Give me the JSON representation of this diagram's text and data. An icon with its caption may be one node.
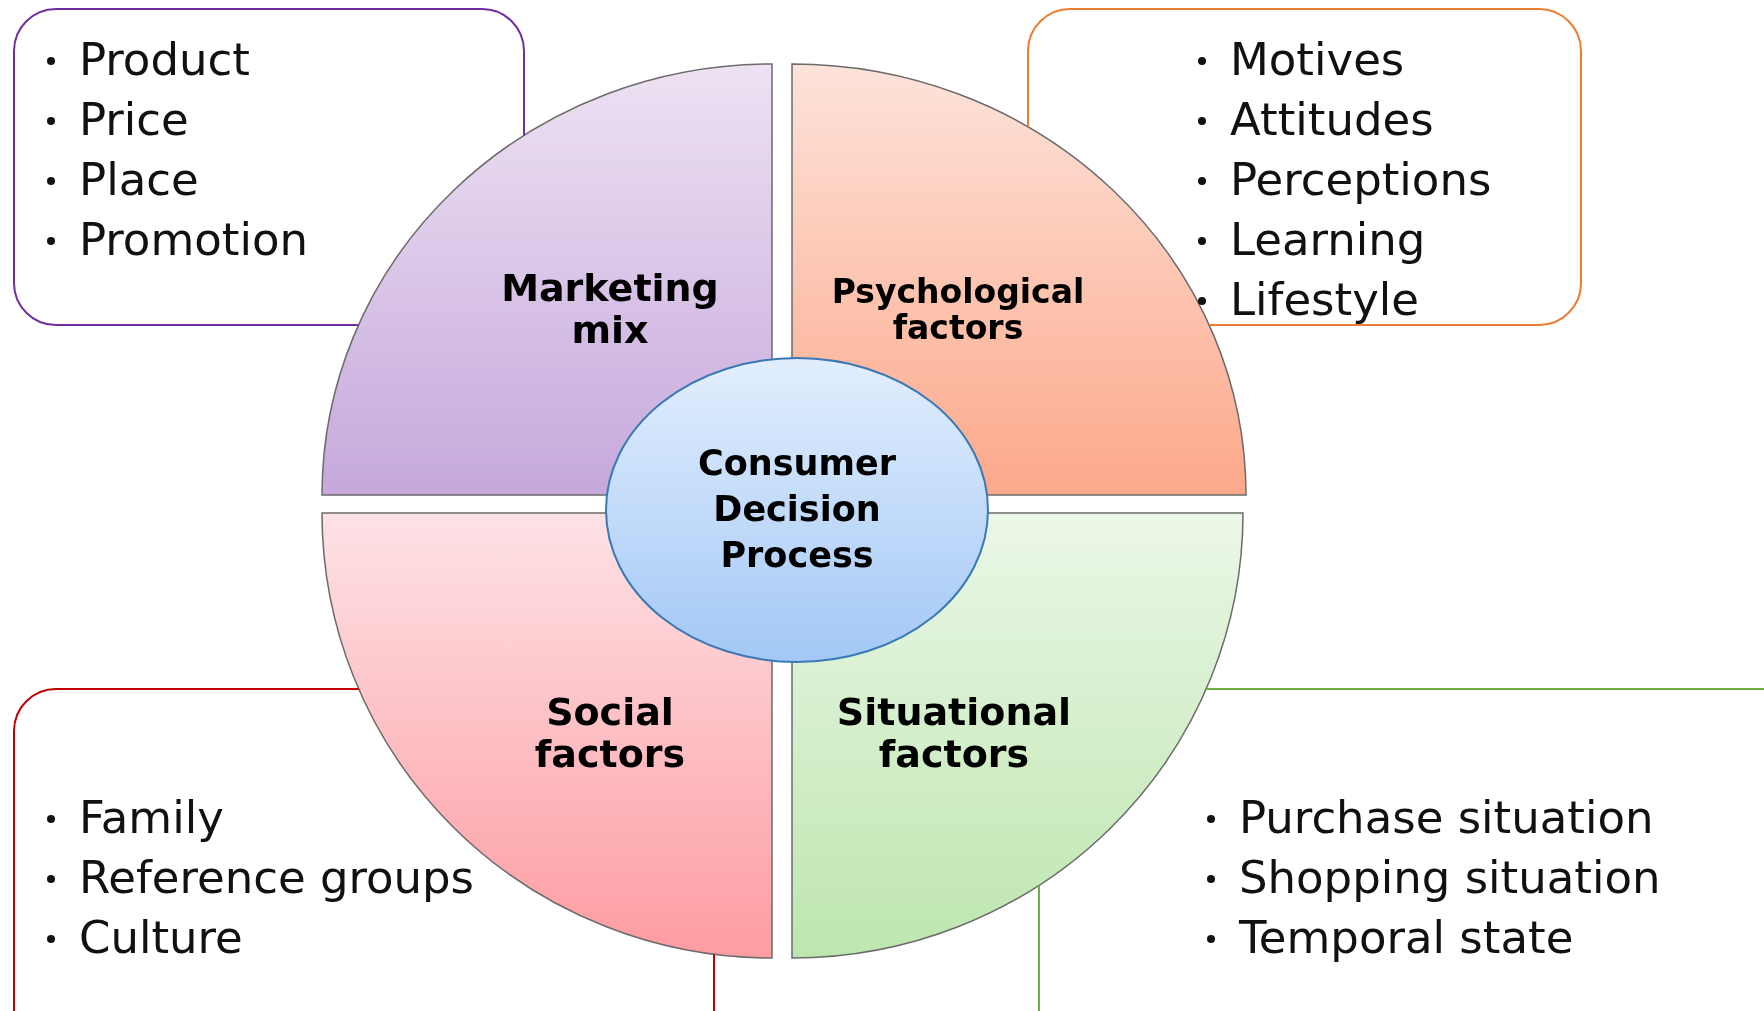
{
  "diagram": {
    "nodes": [
      {
        "text": [
          "Product",
          "Price",
          "Place",
          "Promotion"
        ]
      },
      {
        "text": [
          "Marketing mix"
        ]
      },
      {
        "text": [
          "Psychological factors"
        ]
      },
      {
        "text": [
          "Motives",
          "Attitudes",
          "Perceptions",
          "Learning",
          "Lifestyle"
        ]
      },
      {
        "text": [
          "Consumer Decision Process"
        ]
      },
      {
        "text": [
          "Social factors"
        ]
      },
      {
        "text": [
          "Situational factors"
        ]
      },
      {
        "text": [
          "Family",
          "Reference groups",
          "Culture"
        ]
      },
      {
        "text": [
          "Purchase situation",
          "Shopping situation",
          "Temporal state"
        ]
      }
    ]
  }
}
